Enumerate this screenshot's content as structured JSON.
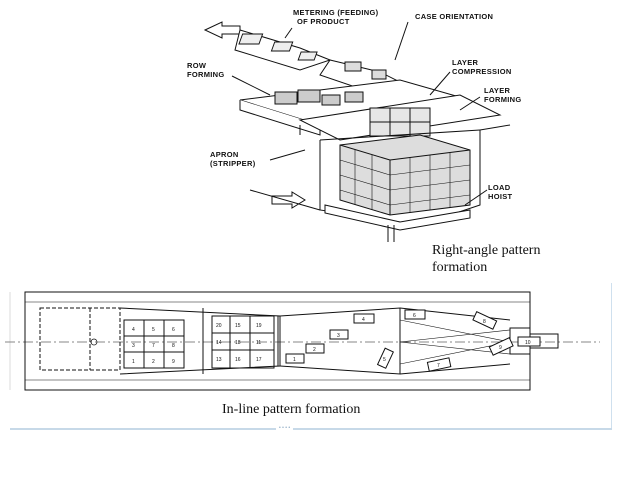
{
  "top_diagram": {
    "labels": {
      "metering": "METERING (FEEDING)",
      "metering2": "OF PRODUCT",
      "case_orientation": "CASE ORIENTATION",
      "row_forming": "ROW",
      "row_forming2": "FORMING",
      "layer_compression": "LAYER",
      "layer_compression2": "COMPRESSION",
      "layer_forming": "LAYER",
      "layer_forming2": "FORMING",
      "apron": "APRON",
      "apron2": "(STRIPPER)",
      "load_hoist": "LOAD",
      "load_hoist2": "HOIST"
    }
  },
  "right_angle_caption_line1": "Right-angle pattern",
  "right_angle_caption_line2": "formation",
  "bottom_diagram": {
    "grid_left": [
      "4",
      "5",
      "6",
      "3",
      "7",
      "8",
      "1",
      "2",
      "9"
    ],
    "grid_mid": [
      "20",
      "15",
      "19",
      "14",
      "18",
      "11",
      "13",
      "16",
      "17"
    ],
    "loose_cases": [
      "1",
      "2",
      "3",
      "4",
      "5",
      "6",
      "7",
      "8",
      "9",
      "10"
    ]
  },
  "inline_caption": "In-line pattern formation",
  "footer_mark": "• • • •"
}
